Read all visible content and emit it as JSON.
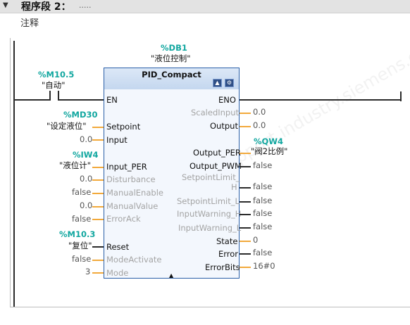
{
  "header": {
    "title": "程序段 2：",
    "comment": "....."
  },
  "comment_label": "注释",
  "watermark": "西门子工业支持 support.industry.siemens.com/cs",
  "block": {
    "db_address": "%DB1",
    "db_name": "\"液位控制\"",
    "type": "PID_Compact",
    "left_pins": {
      "en": "EN",
      "setpoint": "Setpoint",
      "input": "Input",
      "input_per": "Input_PER",
      "disturbance": "Disturbance",
      "manual_enable": "ManualEnable",
      "manual_value": "ManualValue",
      "error_ack": "ErrorAck",
      "reset": "Reset",
      "mode_activate": "ModeActivate",
      "mode": "Mode"
    },
    "right_pins": {
      "eno": "ENO",
      "scaled_input": "ScaledInput",
      "output": "Output",
      "output_per": "Output_PER",
      "output_pwm": "Output_PWM",
      "setpoint_limit_h_1": "SetpointLimit_",
      "setpoint_limit_h_2": "H",
      "setpoint_limit_l": "SetpointLimit_L",
      "input_warning_h": "InputWarning_H",
      "input_warning_l": "InputWarning_L",
      "state": "State",
      "error": "Error",
      "error_bits": "ErrorBits"
    }
  },
  "inputs": {
    "contact_address": "%M10.5",
    "contact_name": "\"自动\"",
    "setpoint_address": "%MD30",
    "setpoint_name": "\"设定液位\"",
    "input_value": "0.0",
    "input_per_address": "%IW4",
    "input_per_name": "\"液位计\"",
    "disturbance_value": "0.0",
    "manual_enable_value": "false",
    "manual_value_value": "0.0",
    "error_ack_value": "false",
    "reset_address": "%M10.3",
    "reset_name": "\"复位\"",
    "mode_activate_value": "false",
    "mode_value": "3"
  },
  "outputs": {
    "scaled_input_value": "0.0",
    "output_value": "0.0",
    "output_per_address": "%QW4",
    "output_per_name": "\"阀2比例\"",
    "output_pwm_value": "false",
    "setpoint_limit_h_value": "false",
    "setpoint_limit_l_value": "false",
    "input_warning_h_value": "false",
    "input_warning_l_value": "false",
    "state_value": "0",
    "error_value": "false",
    "error_bits_value": "16#0"
  },
  "colors": {
    "address": "#12a7a0",
    "wire": "#f2a93b",
    "block_border": "#2a5fa8"
  }
}
